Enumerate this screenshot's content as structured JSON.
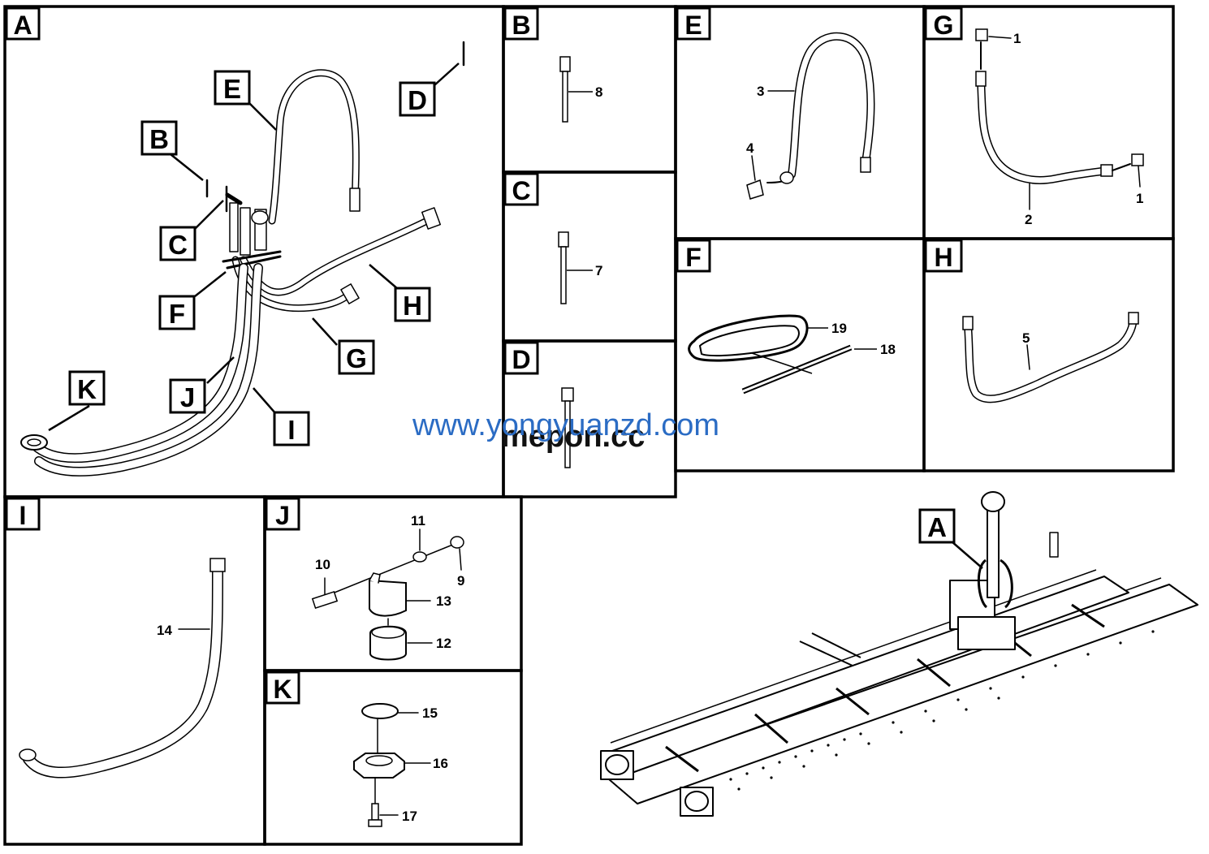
{
  "panels": {
    "A": "A",
    "B": "B",
    "C": "C",
    "D": "D",
    "E": "E",
    "F": "F",
    "G": "G",
    "H": "H",
    "I": "I",
    "J": "J",
    "K": "K"
  },
  "overview_callouts": {
    "B": "B",
    "C": "C",
    "D": "D",
    "E": "E",
    "F": "F",
    "G": "G",
    "H": "H",
    "I": "I",
    "J": "J",
    "K": "K"
  },
  "chassis_callout": "A",
  "part_numbers": {
    "p1a": "1",
    "p1b": "1",
    "p2": "2",
    "p3": "3",
    "p4": "4",
    "p5": "5",
    "p7": "7",
    "p8": "8",
    "p9": "9",
    "p10": "10",
    "p11": "11",
    "p12": "12",
    "p13": "13",
    "p14": "14",
    "p15": "15",
    "p16": "16",
    "p17": "17",
    "p18": "18",
    "p19": "19"
  },
  "watermarks": {
    "site": "www.yongyuanzd.com",
    "overlay": "mepon.cc"
  }
}
